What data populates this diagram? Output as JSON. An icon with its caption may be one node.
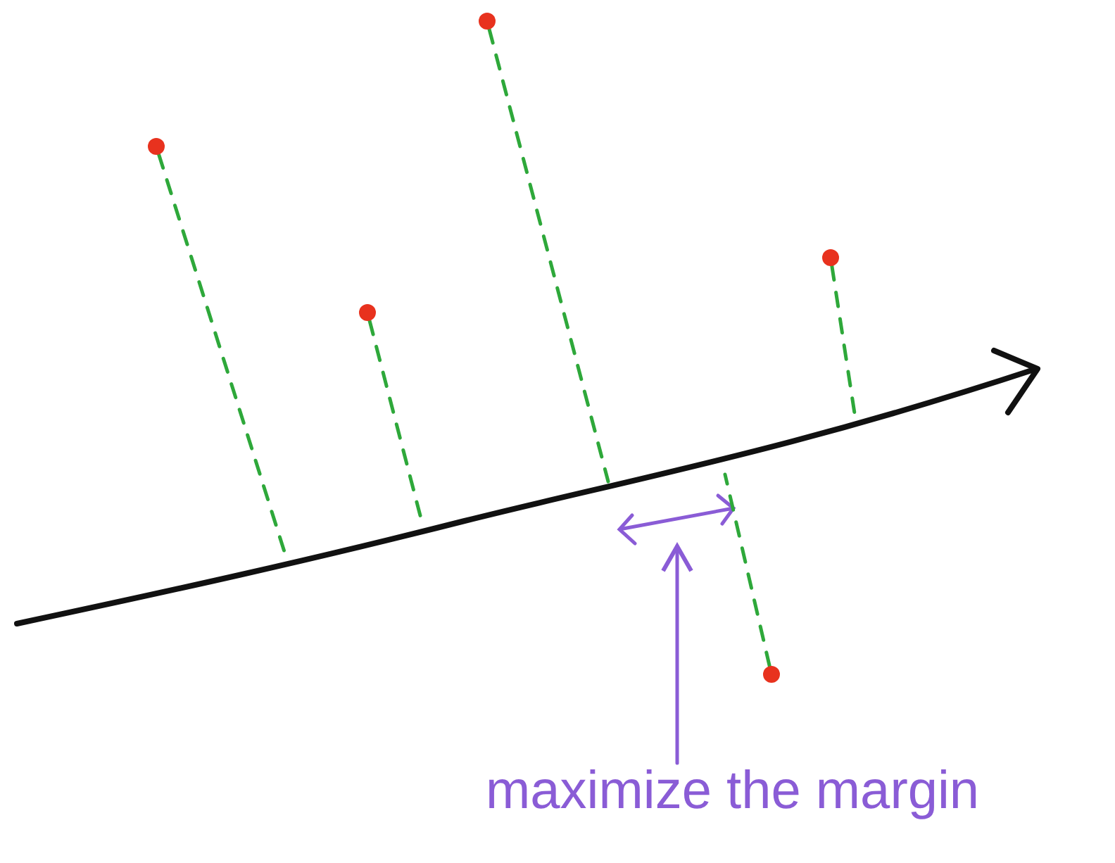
{
  "diagram": {
    "nodes": [
      {
        "text": [],
        "shape": "circle"
      },
      {
        "text": [],
        "shape": "circle"
      },
      {
        "text": [],
        "shape": "circle"
      },
      {
        "text": [],
        "shape": "circle"
      },
      {
        "text": [],
        "shape": "circle"
      },
      {
        "text": [
          "maximize the margin"
        ]
      }
    ],
    "edges": [
      {
        "from": 0,
        "to": null,
        "arrow": "none",
        "style": "dashed"
      },
      {
        "from": 1,
        "to": null,
        "arrow": "none",
        "style": "dashed"
      },
      {
        "from": 2,
        "to": null,
        "arrow": "none",
        "style": "dashed"
      },
      {
        "from": 3,
        "to": null,
        "arrow": "none",
        "style": "dashed"
      },
      {
        "from": 4,
        "to": null,
        "arrow": "none",
        "style": "dashed"
      },
      {
        "from": 5,
        "to": null,
        "arrow": "to",
        "color": "#8a5cd6"
      }
    ]
  }
}
